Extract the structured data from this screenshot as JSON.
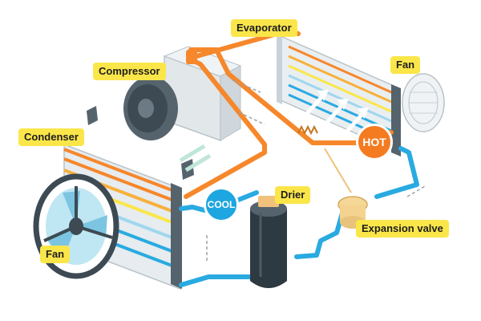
{
  "labels": {
    "evaporator": "Evaporator",
    "fan_top": "Fan",
    "compressor": "Compressor",
    "condenser": "Condenser",
    "fan_left": "Fan",
    "drier": "Drier",
    "expansion_valve": "Expansion valve"
  },
  "badges": {
    "hot": "HOT",
    "cool": "COOL"
  },
  "colors": {
    "hot_line": "#f6872b",
    "cool_line": "#29aae1",
    "label_bg": "#fbe64a",
    "hot_badge": "#f47b20",
    "cool_badge": "#1ea6e0"
  }
}
